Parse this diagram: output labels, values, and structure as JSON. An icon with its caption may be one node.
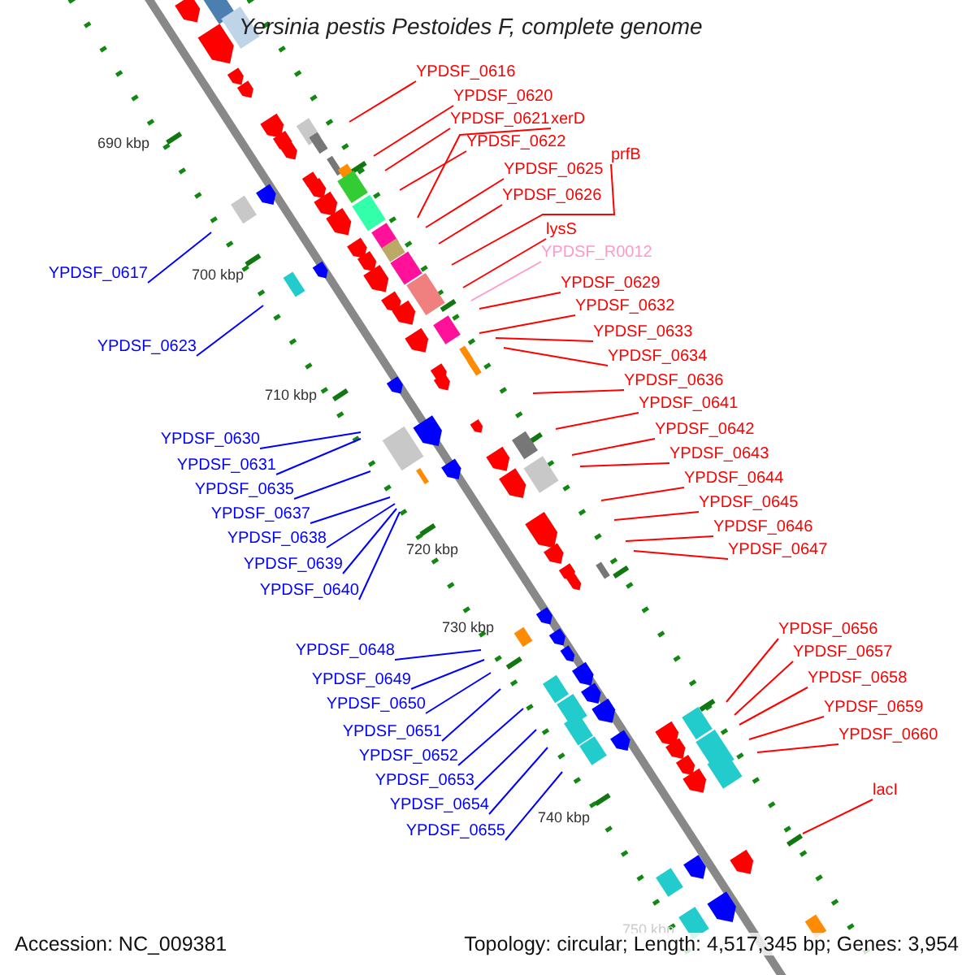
{
  "diagram": {
    "title": "Yersinia pestis Pestoides F, complete genome",
    "nodes": [
      {
        "text": [
          "YPDSF_0616"
        ]
      },
      {
        "text": [
          "YPDSF_0620"
        ]
      },
      {
        "text": [
          "YPDSF_0621"
        ]
      },
      {
        "text": [
          "xerD"
        ]
      },
      {
        "text": [
          "YPDSF_0622"
        ]
      },
      {
        "text": [
          "YPDSF_0625"
        ]
      },
      {
        "text": [
          "prfB"
        ]
      },
      {
        "text": [
          "YPDSF_0626"
        ]
      },
      {
        "text": [
          "lysS"
        ]
      },
      {
        "text": [
          "YPDSF_R0012"
        ]
      },
      {
        "text": [
          "YPDSF_0629"
        ]
      },
      {
        "text": [
          "YPDSF_0632"
        ]
      },
      {
        "text": [
          "YPDSF_0633"
        ]
      },
      {
        "text": [
          "YPDSF_0634"
        ]
      },
      {
        "text": [
          "YPDSF_0636"
        ]
      },
      {
        "text": [
          "YPDSF_0641"
        ]
      },
      {
        "text": [
          "YPDSF_0642"
        ]
      },
      {
        "text": [
          "YPDSF_0643"
        ]
      },
      {
        "text": [
          "YPDSF_0644"
        ]
      },
      {
        "text": [
          "YPDSF_0645"
        ]
      },
      {
        "text": [
          "YPDSF_0646"
        ]
      },
      {
        "text": [
          "YPDSF_0647"
        ]
      },
      {
        "text": [
          "YPDSF_0656"
        ]
      },
      {
        "text": [
          "YPDSF_0657"
        ]
      },
      {
        "text": [
          "YPDSF_0658"
        ]
      },
      {
        "text": [
          "YPDSF_0659"
        ]
      },
      {
        "text": [
          "YPDSF_0660"
        ]
      },
      {
        "text": [
          "lacI"
        ]
      },
      {
        "text": [
          "YPDSF_0617"
        ]
      },
      {
        "text": [
          "YPDSF_0623"
        ]
      },
      {
        "text": [
          "YPDSF_0630"
        ]
      },
      {
        "text": [
          "YPDSF_0631"
        ]
      },
      {
        "text": [
          "YPDSF_0635"
        ]
      },
      {
        "text": [
          "YPDSF_0637"
        ]
      },
      {
        "text": [
          "YPDSF_0638"
        ]
      },
      {
        "text": [
          "YPDSF_0639"
        ]
      },
      {
        "text": [
          "YPDSF_0640"
        ]
      },
      {
        "text": [
          "YPDSF_0648"
        ]
      },
      {
        "text": [
          "YPDSF_0649"
        ]
      },
      {
        "text": [
          "YPDSF_0650"
        ]
      },
      {
        "text": [
          "YPDSF_0651"
        ]
      },
      {
        "text": [
          "YPDSF_0652"
        ]
      },
      {
        "text": [
          "YPDSF_0653"
        ]
      },
      {
        "text": [
          "YPDSF_0654"
        ]
      },
      {
        "text": [
          "YPDSF_0655"
        ]
      }
    ],
    "edges": [
      {
        "from": 0,
        "to": null,
        "arrow": "none"
      },
      {
        "from": 1,
        "to": null,
        "arrow": "none"
      },
      {
        "from": 2,
        "to": null,
        "arrow": "none"
      },
      {
        "from": 3,
        "to": null,
        "arrow": "none"
      },
      {
        "from": 4,
        "to": null,
        "arrow": "none"
      },
      {
        "from": 5,
        "to": null,
        "arrow": "none"
      },
      {
        "from": 6,
        "to": null,
        "arrow": "none"
      },
      {
        "from": 7,
        "to": null,
        "arrow": "none"
      },
      {
        "from": 8,
        "to": null,
        "arrow": "none"
      },
      {
        "from": 9,
        "to": null,
        "arrow": "none",
        "color": "#ff99cc"
      },
      {
        "from": 10,
        "to": null,
        "arrow": "none"
      },
      {
        "from": 11,
        "to": null,
        "arrow": "none"
      },
      {
        "from": 12,
        "to": null,
        "arrow": "none"
      },
      {
        "from": 13,
        "to": null,
        "arrow": "none"
      },
      {
        "from": 14,
        "to": null,
        "arrow": "none"
      },
      {
        "from": 15,
        "to": null,
        "arrow": "none"
      },
      {
        "from": 16,
        "to": null,
        "arrow": "none"
      },
      {
        "from": 17,
        "to": null,
        "arrow": "none"
      },
      {
        "from": 18,
        "to": null,
        "arrow": "none"
      },
      {
        "from": 19,
        "to": null,
        "arrow": "none"
      },
      {
        "from": 20,
        "to": null,
        "arrow": "none"
      },
      {
        "from": 21,
        "to": null,
        "arrow": "none"
      },
      {
        "from": 22,
        "to": null,
        "arrow": "none"
      },
      {
        "from": 23,
        "to": null,
        "arrow": "none"
      },
      {
        "from": 24,
        "to": null,
        "arrow": "none"
      },
      {
        "from": 25,
        "to": null,
        "arrow": "none"
      },
      {
        "from": 26,
        "to": null,
        "arrow": "none"
      },
      {
        "from": 27,
        "to": null,
        "arrow": "none"
      },
      {
        "from": 28,
        "to": null,
        "arrow": "none",
        "color": "#0000ff"
      },
      {
        "from": 29,
        "to": null,
        "arrow": "none",
        "color": "#0000ff"
      },
      {
        "from": 30,
        "to": null,
        "arrow": "none",
        "color": "#0000ff"
      },
      {
        "from": 31,
        "to": null,
        "arrow": "none",
        "color": "#0000ff"
      },
      {
        "from": 32,
        "to": null,
        "arrow": "none",
        "color": "#0000ff"
      },
      {
        "from": 33,
        "to": null,
        "arrow": "none",
        "color": "#0000ff"
      },
      {
        "from": 34,
        "to": null,
        "arrow": "none",
        "color": "#0000ff"
      },
      {
        "from": 35,
        "to": null,
        "arrow": "none",
        "color": "#0000ff"
      },
      {
        "from": 36,
        "to": null,
        "arrow": "none",
        "color": "#0000ff"
      },
      {
        "from": 37,
        "to": null,
        "arrow": "none",
        "color": "#0000ff"
      },
      {
        "from": 38,
        "to": null,
        "arrow": "none",
        "color": "#0000ff"
      },
      {
        "from": 39,
        "to": null,
        "arrow": "none",
        "color": "#0000ff"
      },
      {
        "from": 40,
        "to": null,
        "arrow": "none",
        "color": "#0000ff"
      },
      {
        "from": 41,
        "to": null,
        "arrow": "none",
        "color": "#0000ff"
      },
      {
        "from": 42,
        "to": null,
        "arrow": "none",
        "color": "#0000ff"
      },
      {
        "from": 43,
        "to": null,
        "arrow": "none",
        "color": "#0000ff"
      },
      {
        "from": 44,
        "to": null,
        "arrow": "none",
        "color": "#0000ff"
      }
    ],
    "labels": [
      "690 kbp",
      "700 kbp",
      "710 kbp",
      "720 kbp",
      "730 kbp",
      "740 kbp",
      "750 kbp",
      "Accession: NC_009381",
      "Topology: circular; Length: 4,517,345 bp; Genes: 3,954"
    ]
  }
}
